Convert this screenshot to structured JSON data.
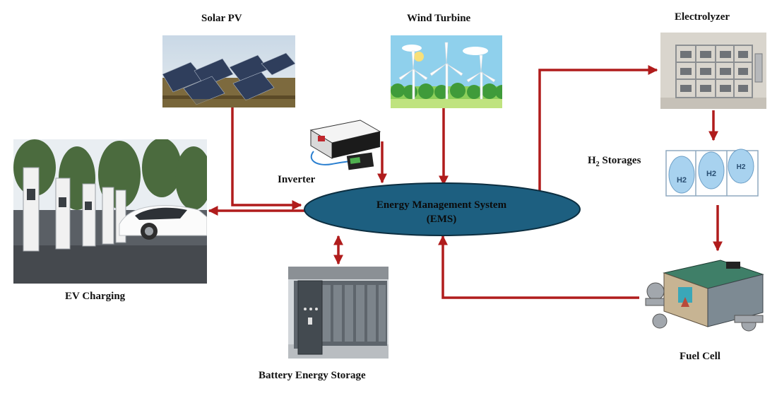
{
  "labels": {
    "solar": "Solar PV",
    "wind": "Wind Turbine",
    "electrolyzer": "Electrolyzer",
    "h2_prefix": "H",
    "h2_sub": "2",
    "h2_suffix": " Storages",
    "inverter": "Inverter",
    "ev": "EV Charging",
    "battery": "Battery Energy Storage",
    "fuel_cell": "Fuel Cell",
    "ems_line1": "Energy Management System",
    "ems_line2": "(EMS)"
  },
  "tank_labels": [
    "H2",
    "H2",
    "H2"
  ],
  "colors": {
    "arrow": "#b01c1c",
    "ems_fill": "#1d5f80",
    "ems_stroke": "#0c2e40"
  }
}
